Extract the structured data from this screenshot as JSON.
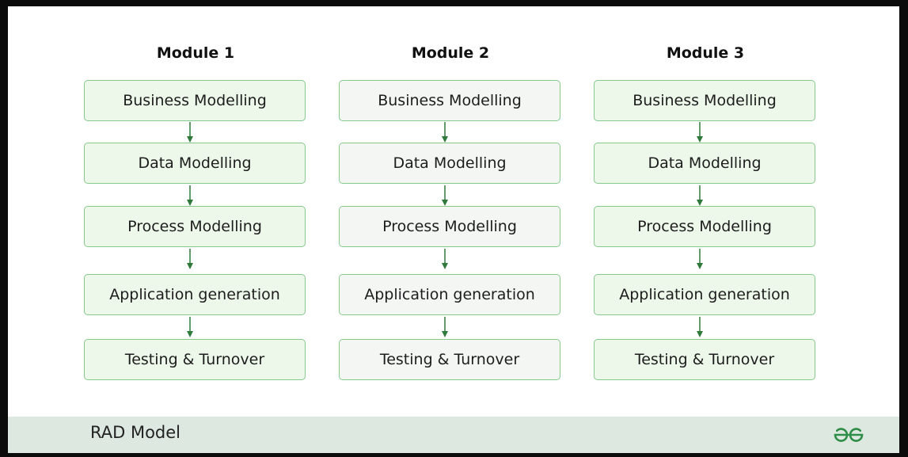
{
  "diagram": {
    "footer_title": "RAD Model",
    "logo_name": "geeksforgeeks-logo",
    "colors": {
      "box_border": "#86c98d",
      "box_green_fill": "#edf8ea",
      "box_grey_fill": "#f4f6f4",
      "arrow": "#2f7a3b",
      "footer_bg": "#dde8e0",
      "logo": "#2f8d46"
    },
    "modules": [
      {
        "title": "Module 1",
        "style": "green",
        "steps": [
          "Business Modelling",
          "Data Modelling",
          "Process Modelling",
          "Application generation",
          "Testing & Turnover"
        ]
      },
      {
        "title": "Module 2",
        "style": "grey",
        "steps": [
          "Business Modelling",
          "Data Modelling",
          "Process Modelling",
          "Application generation",
          "Testing & Turnover"
        ]
      },
      {
        "title": "Module 3",
        "style": "green",
        "steps": [
          "Business Modelling",
          "Data Modelling",
          "Process Modelling",
          "Application generation",
          "Testing & Turnover"
        ]
      }
    ]
  }
}
